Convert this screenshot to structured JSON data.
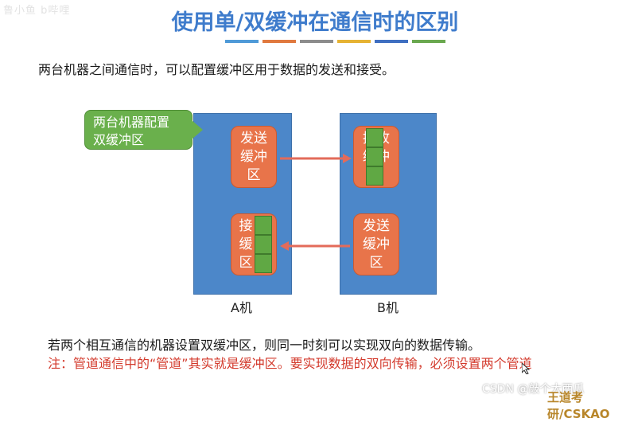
{
  "watermark_top_left": "鲁小鱼 b哔哩",
  "title": "使用单/双缓冲在通信时的区别",
  "title_stripes": [
    "#4f9ad8",
    "#e0793f",
    "#8c8c8c",
    "#e6b333",
    "#3f6fc1",
    "#6aa84f"
  ],
  "intro": "两台机器之间通信时，可以配置缓冲区用于数据的发送和接受。",
  "callout": {
    "line1": "两台机器配置",
    "line2": "双缓冲区"
  },
  "machine_a": {
    "label": "A机",
    "top_buffer": [
      "发送",
      "缓冲",
      "区"
    ],
    "bottom_buffer": [
      "接",
      "缓",
      "区"
    ]
  },
  "machine_b": {
    "label": "B机",
    "top_buffer": [
      "接",
      "收",
      "缓",
      "冲"
    ],
    "bottom_buffer": [
      "发送",
      "缓冲",
      "区"
    ]
  },
  "summary": "若两个相互通信的机器设置双缓冲区，则同一时刻可以实现双向的数据传输。",
  "note": "注：管道通信中的“管道”其实就是缓冲区。要实现数据的双向传输，必须设置两个管道",
  "csdn_watermark": "CSDN @敲个大西瓜",
  "corner_logo": "王道考研/CSKAO"
}
